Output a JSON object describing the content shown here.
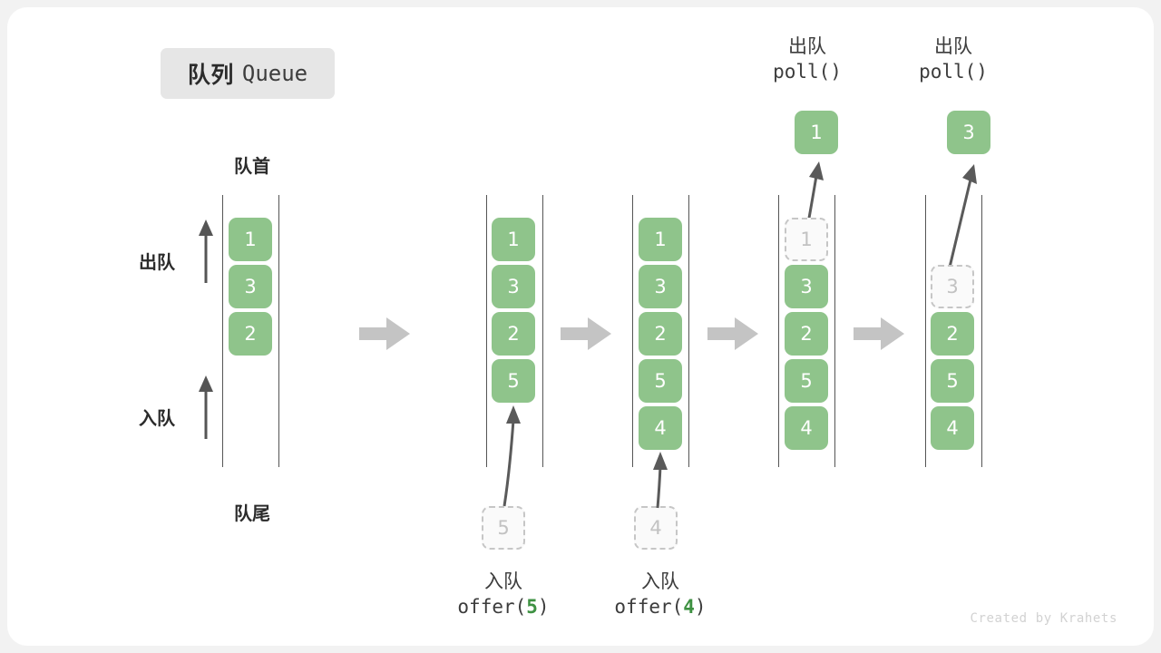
{
  "title": {
    "cn": "队列",
    "en": "Queue"
  },
  "labels": {
    "head": "队首",
    "tail": "队尾",
    "dequeue_dir": "出队",
    "enqueue_dir": "入队"
  },
  "operations": [
    {
      "cn": "入队",
      "fn": "offer(",
      "arg": "5",
      "close": ")"
    },
    {
      "cn": "入队",
      "fn": "offer(",
      "arg": "4",
      "close": ")"
    },
    {
      "cn": "出队",
      "fn": "poll()",
      "arg": "",
      "close": ""
    },
    {
      "cn": "出队",
      "fn": "poll()",
      "arg": "",
      "close": ""
    }
  ],
  "panels": [
    {
      "name": "initial-queue",
      "cells": [
        {
          "value": "1",
          "state": "filled"
        },
        {
          "value": "3",
          "state": "filled"
        },
        {
          "value": "2",
          "state": "filled"
        }
      ],
      "incoming": null,
      "popped": null
    },
    {
      "name": "after-offer-5",
      "cells": [
        {
          "value": "1",
          "state": "filled"
        },
        {
          "value": "3",
          "state": "filled"
        },
        {
          "value": "2",
          "state": "filled"
        },
        {
          "value": "5",
          "state": "filled"
        }
      ],
      "incoming": {
        "value": "5",
        "state": "ghost"
      },
      "popped": null
    },
    {
      "name": "after-offer-4",
      "cells": [
        {
          "value": "1",
          "state": "filled"
        },
        {
          "value": "3",
          "state": "filled"
        },
        {
          "value": "2",
          "state": "filled"
        },
        {
          "value": "5",
          "state": "filled"
        },
        {
          "value": "4",
          "state": "filled"
        }
      ],
      "incoming": {
        "value": "4",
        "state": "ghost"
      },
      "popped": null
    },
    {
      "name": "after-poll-1",
      "cells": [
        {
          "value": "1",
          "state": "ghost"
        },
        {
          "value": "3",
          "state": "filled"
        },
        {
          "value": "2",
          "state": "filled"
        },
        {
          "value": "5",
          "state": "filled"
        },
        {
          "value": "4",
          "state": "filled"
        }
      ],
      "incoming": null,
      "popped": {
        "value": "1",
        "state": "filled"
      }
    },
    {
      "name": "after-poll-3",
      "cells": [
        {
          "value": "",
          "state": "empty"
        },
        {
          "value": "3",
          "state": "ghost"
        },
        {
          "value": "2",
          "state": "filled"
        },
        {
          "value": "5",
          "state": "filled"
        },
        {
          "value": "4",
          "state": "filled"
        }
      ],
      "incoming": null,
      "popped": {
        "value": "3",
        "state": "filled"
      }
    }
  ],
  "colors": {
    "cell_fill": "#8fc48b",
    "cell_text": "#ffffff",
    "ghost_border": "#c6c6c6",
    "ghost_text": "#c2c2c2",
    "rail": "#555555",
    "step_arrow": "#c4c4c4",
    "accent_green": "#3e9142"
  },
  "credit": "Created by Krahets"
}
